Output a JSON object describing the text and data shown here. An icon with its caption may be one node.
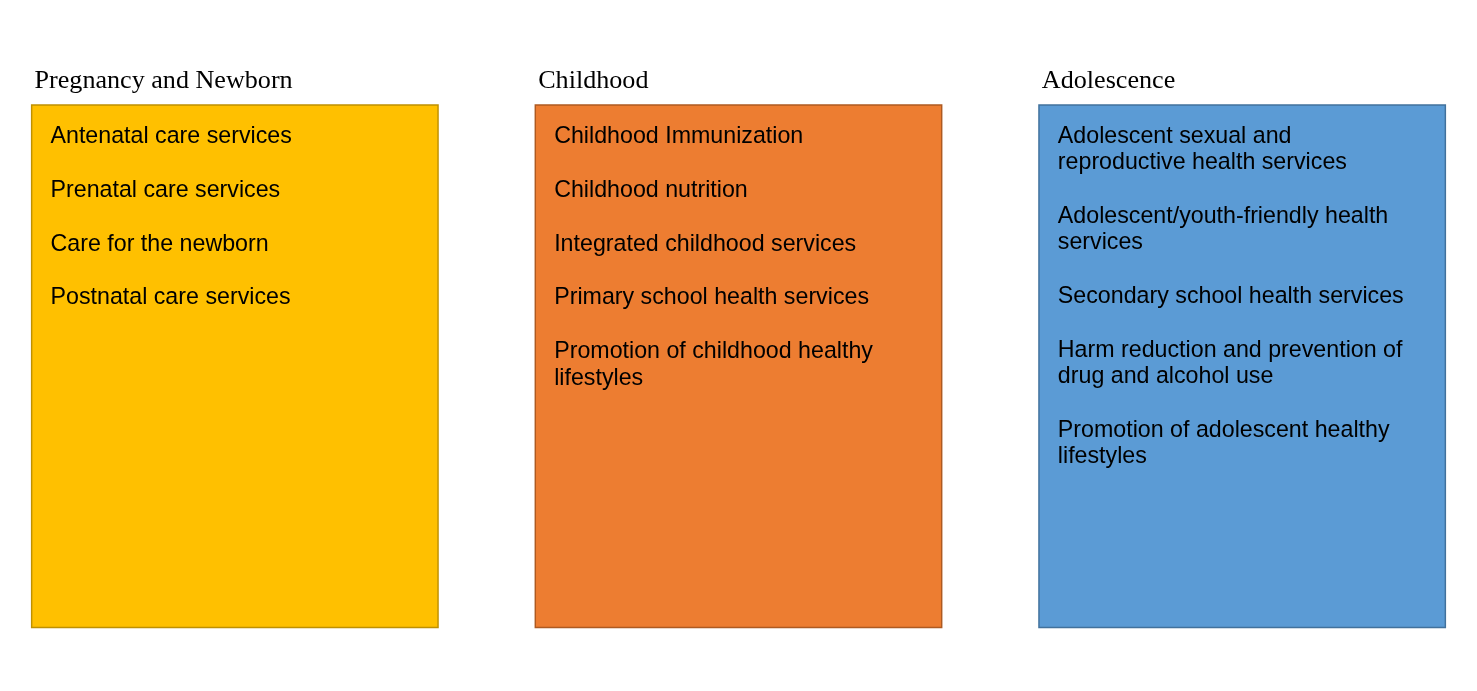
{
  "diagram": {
    "nodes": [
      {
        "text": [
          "Pregnancy and Newborn",
          "Antenatal care services",
          "Prenatal care services",
          "Care for the newborn",
          "Postnatal care services"
        ]
      },
      {
        "text": [
          "Childhood",
          "Childhood Immunization",
          "Childhood nutrition",
          "Integrated childhood services",
          "Primary school health services",
          "Promotion of childhood healthy lifestyles"
        ]
      },
      {
        "text": [
          "Adolescence",
          "Adolescent sexual and reproductive health services",
          "Adolescent/youth-friendly health services",
          "Secondary school health services",
          "Harm reduction and prevention of drug and alcohol use",
          "Promotion of adolescent healthy lifestyles"
        ]
      }
    ]
  }
}
